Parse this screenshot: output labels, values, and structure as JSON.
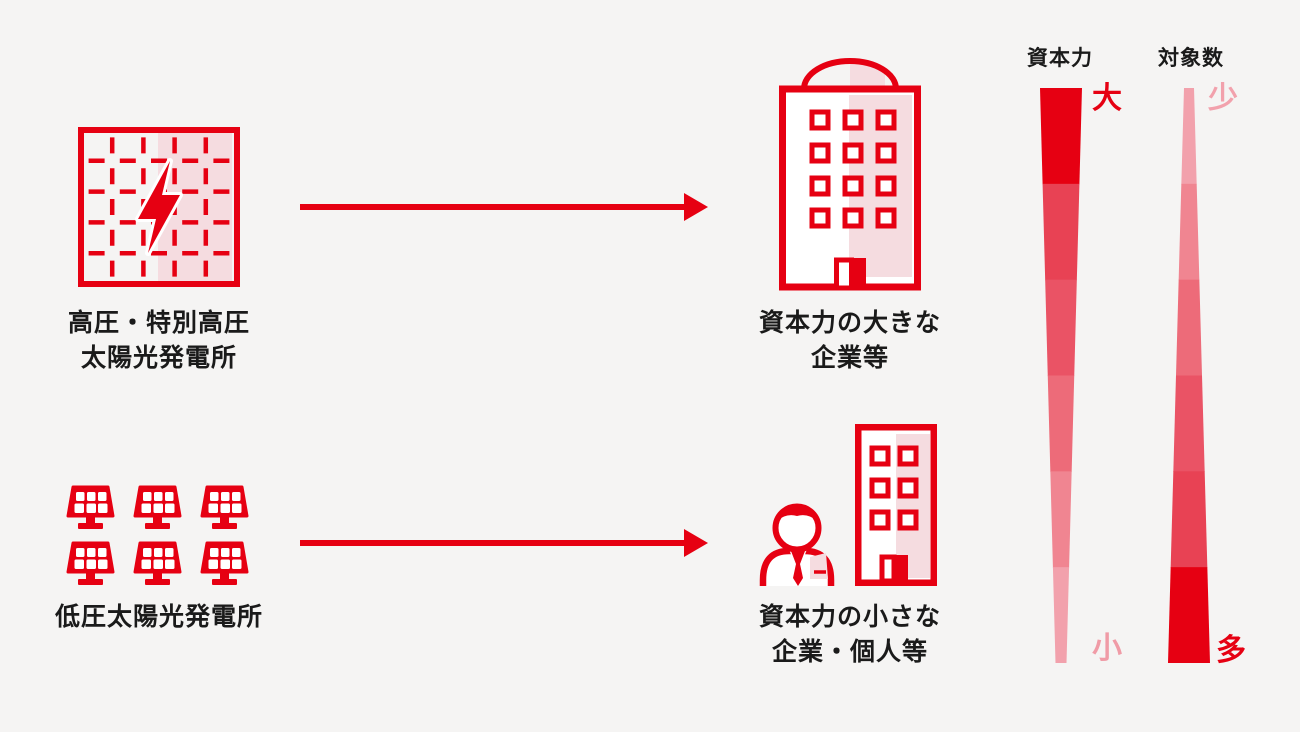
{
  "diagram": {
    "colors": {
      "background": "#f5f4f3",
      "accent_red": "#e60012",
      "pink_fill": "#f5dce0",
      "text": "#1a1a1a"
    },
    "rows": [
      {
        "source": {
          "icon": "high-voltage-solar-plant-icon",
          "label_lines": [
            "高圧・特別高圧",
            "太陽光発電所"
          ]
        },
        "target": {
          "icon": "large-company-building-icon",
          "label_lines": [
            "資本力の大きな",
            "企業等"
          ]
        }
      },
      {
        "source": {
          "icon": "low-voltage-solar-panels-icon",
          "label_lines": [
            "低圧太陽光発電所"
          ]
        },
        "target": {
          "icon": "small-company-person-building-icon",
          "label_lines": [
            "資本力の小さな",
            "企業・個人等"
          ]
        }
      }
    ],
    "scales": [
      {
        "title": "資本力",
        "top_label": "大",
        "bottom_label": "小",
        "top_label_color": "#e60012",
        "bottom_label_color": "#f09ba6",
        "shape": "wide-top-narrow-bottom",
        "segment_colors": [
          "#e60012",
          "#e84254",
          "#ea5365",
          "#ed6b79",
          "#f08591",
          "#f2a1ac"
        ]
      },
      {
        "title": "対象数",
        "top_label": "少",
        "bottom_label": "多",
        "top_label_color": "#f2a1ac",
        "bottom_label_color": "#e60012",
        "shape": "narrow-top-wide-bottom",
        "segment_colors": [
          "#f2a1ac",
          "#f08591",
          "#ed6b79",
          "#ea5365",
          "#e84254",
          "#e60012"
        ]
      }
    ]
  }
}
